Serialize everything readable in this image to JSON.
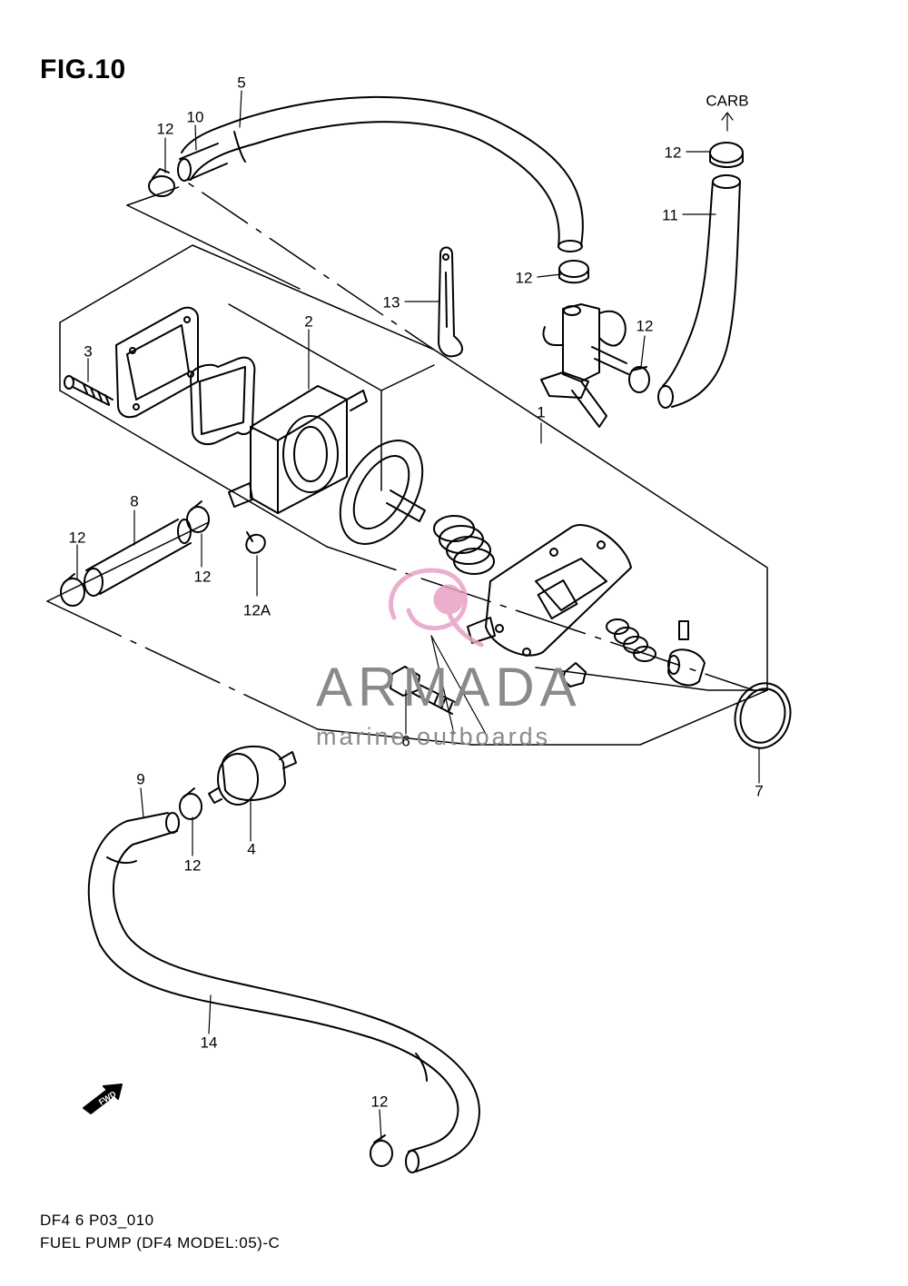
{
  "figure": {
    "title": "FIG.10"
  },
  "callouts": {
    "c1": "1",
    "c2": "2",
    "c3": "3",
    "c4": "4",
    "c5": "5",
    "c6": "6",
    "c7": "7",
    "c8": "8",
    "c9": "9",
    "c10": "10",
    "c11": "11",
    "c12a": "12",
    "c12b": "12",
    "c12c": "12",
    "c12d": "12",
    "c12e": "12",
    "c12f": "12",
    "c12g": "12",
    "c12h": "12",
    "c12A": "12A",
    "c13": "13",
    "c14": "14",
    "carb": "CARB"
  },
  "fwd_label": "FWD",
  "watermark": {
    "brand": "ARMADA",
    "sub": "marine outboards",
    "color": "#e8a2c6"
  },
  "footer": {
    "code": "DF4 6 P03_010",
    "caption": "FUEL PUMP (DF4 MODEL:05)-C"
  }
}
